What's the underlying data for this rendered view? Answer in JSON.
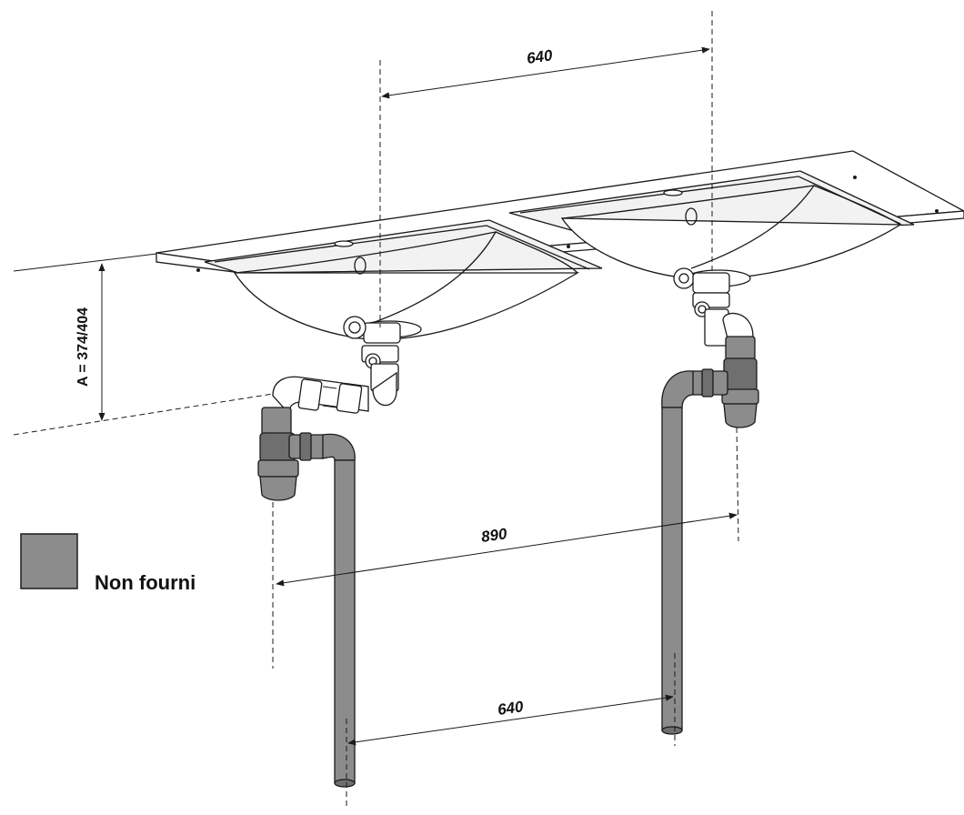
{
  "dimensions": {
    "top_spacing": "640",
    "height_label": "A  = 374/404",
    "siphon_spacing": "890",
    "pipe_spacing": "640"
  },
  "legend": {
    "label": "Non fourni",
    "swatch_color": "#8c8c8c"
  },
  "colors": {
    "not_supplied": "#8c8c8c",
    "line": "#1a1a1a",
    "background": "#ffffff"
  }
}
